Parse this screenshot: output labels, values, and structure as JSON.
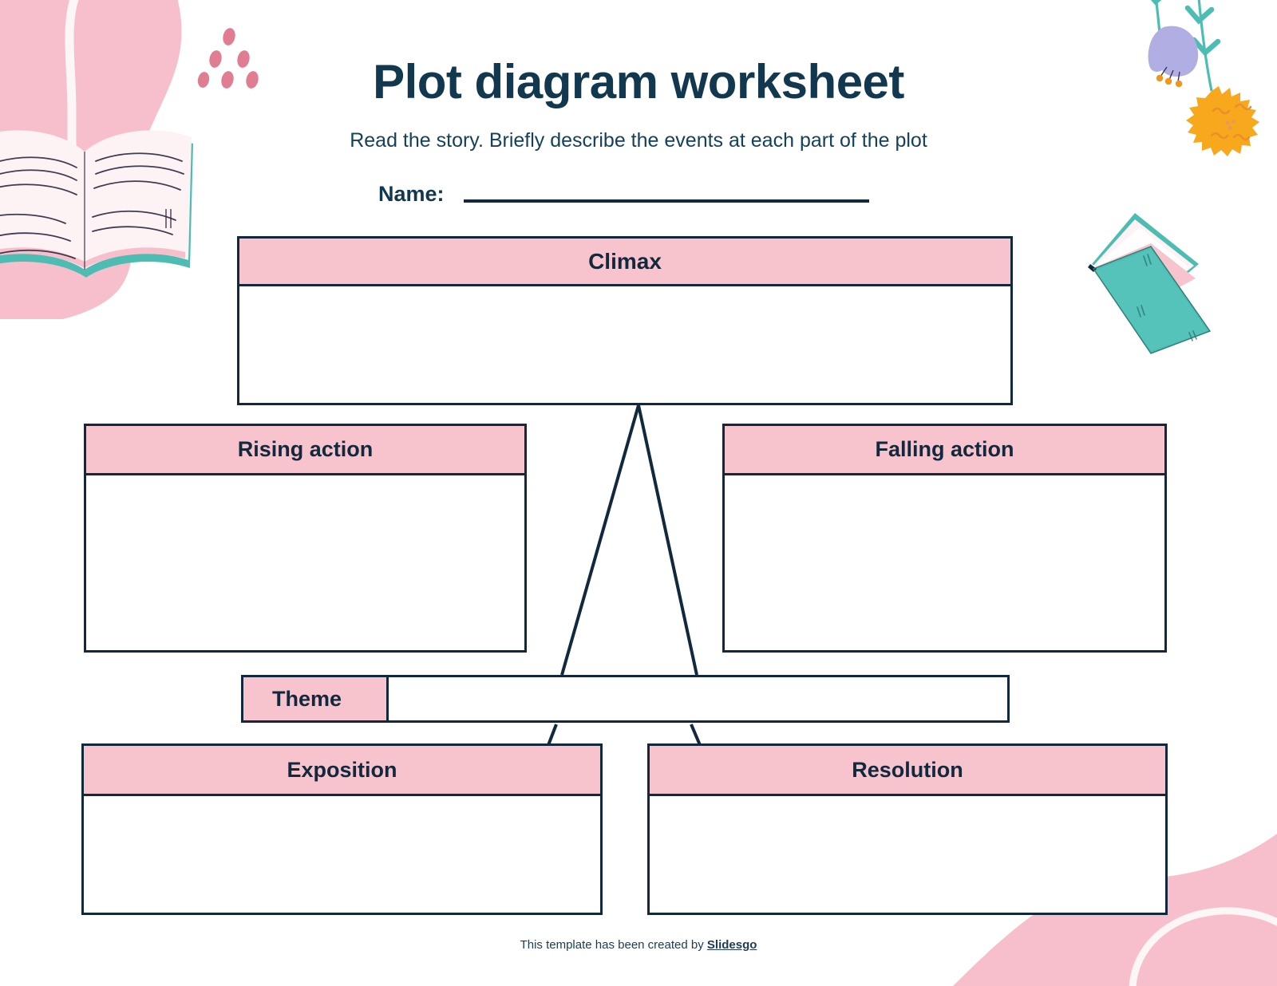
{
  "document": {
    "title": "Plot diagram worksheet",
    "subtitle": "Read the story. Briefly describe the events at each part of the plot"
  },
  "name_field": {
    "label": "Name:",
    "value": ""
  },
  "diagram": {
    "climax": {
      "label": "Climax",
      "value": ""
    },
    "rising_action": {
      "label": "Rising action",
      "value": ""
    },
    "falling_action": {
      "label": "Falling action",
      "value": ""
    },
    "theme": {
      "label": "Theme",
      "value": ""
    },
    "exposition": {
      "label": "Exposition",
      "value": ""
    },
    "resolution": {
      "label": "Resolution",
      "value": ""
    }
  },
  "footer": {
    "text_before": "This template has been created by ",
    "brand": "Slidesgo"
  },
  "colors": {
    "ink": "#12283c",
    "title_ink": "#12384f",
    "header_pink": "#f7c3cd",
    "blob_pink": "#f7bfcc",
    "dot_pink": "#e8798f",
    "teal": "#4dbdb3",
    "purple": "#b0aee3",
    "orange": "#f8a81c",
    "paper": "#fdf2f4",
    "white": "#ffffff"
  },
  "decorations": [
    {
      "name": "pink-blob-top-left"
    },
    {
      "name": "white-curve-line-top-left"
    },
    {
      "name": "open-book-illustration"
    },
    {
      "name": "pink-dots-cluster"
    },
    {
      "name": "hanging-purple-bell-flower"
    },
    {
      "name": "hanging-orange-marigold-flower"
    },
    {
      "name": "tilted-teal-book-illustration"
    },
    {
      "name": "pink-blob-bottom-right"
    }
  ]
}
